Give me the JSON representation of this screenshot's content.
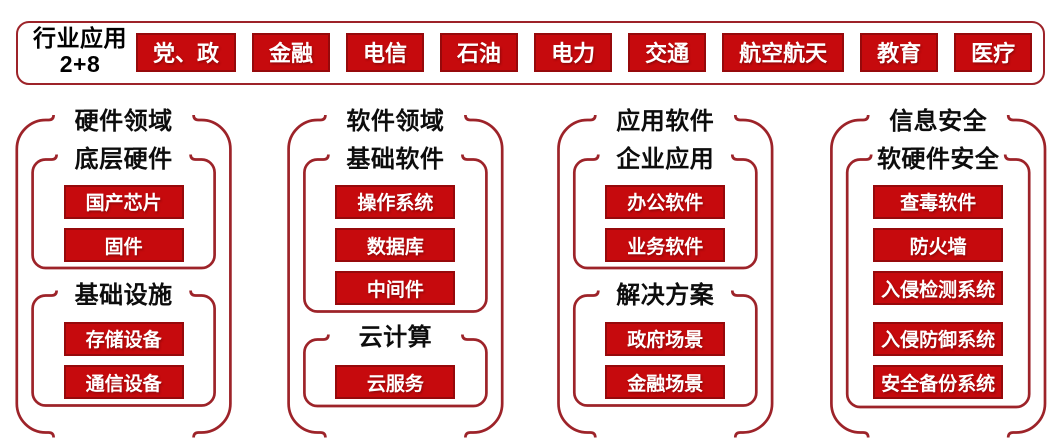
{
  "banner": {
    "label_line1": "行业应用",
    "label_line2": "2+8",
    "items": [
      "党、政",
      "金融",
      "电信",
      "石油",
      "电力",
      "交通",
      "航空航天",
      "教育",
      "医疗"
    ]
  },
  "columns": [
    {
      "title": "硬件领域",
      "groups": [
        {
          "title": "底层硬件",
          "items": [
            "国产芯片",
            "固件"
          ]
        },
        {
          "title": "基础设施",
          "items": [
            "存储设备",
            "通信设备"
          ]
        }
      ]
    },
    {
      "title": "软件领域",
      "groups": [
        {
          "title": "基础软件",
          "items": [
            "操作系统",
            "数据库",
            "中间件"
          ]
        },
        {
          "title": "云计算",
          "items": [
            "云服务"
          ]
        }
      ]
    },
    {
      "title": "应用软件",
      "groups": [
        {
          "title": "企业应用",
          "items": [
            "办公软件",
            "业务软件"
          ]
        },
        {
          "title": "解决方案",
          "items": [
            "政府场景",
            "金融场景"
          ]
        }
      ]
    },
    {
      "title": "信息安全",
      "groups": [
        {
          "title": "软硬件安全",
          "items": [
            "查毒软件",
            "防火墙",
            "入侵检测系统",
            "入侵防御系统",
            "安全备份系统"
          ]
        }
      ]
    }
  ],
  "colors": {
    "button_fill": "#C60A0D",
    "button_border": "#96090B",
    "bracket_line": "#9D2329",
    "title_text": "#0D0D0D",
    "button_text": "#FFFFFF"
  }
}
